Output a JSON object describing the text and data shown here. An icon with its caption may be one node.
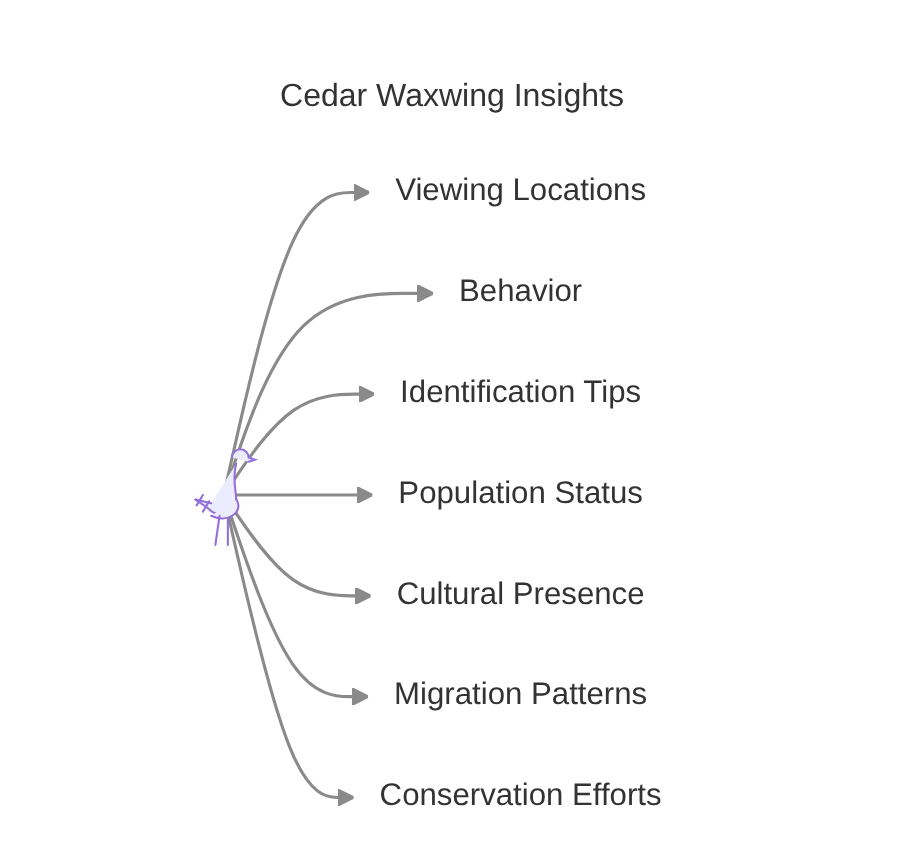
{
  "diagram": {
    "title": "Cedar Waxwing Insights",
    "nodes": [
      {
        "text": [],
        "shape": "bird"
      },
      {
        "text": [
          "Viewing Locations"
        ]
      },
      {
        "text": [
          "Behavior"
        ]
      },
      {
        "text": [
          "Identification Tips"
        ]
      },
      {
        "text": [
          "Population Status"
        ]
      },
      {
        "text": [
          "Cultural Presence"
        ]
      },
      {
        "text": [
          "Migration Patterns"
        ]
      },
      {
        "text": [
          "Conservation Efforts"
        ]
      }
    ],
    "edges": [
      {
        "from": 0,
        "to": 1,
        "arrow": "to"
      },
      {
        "from": 0,
        "to": 2,
        "arrow": "to"
      },
      {
        "from": 0,
        "to": 3,
        "arrow": "to"
      },
      {
        "from": 0,
        "to": 4,
        "arrow": "to"
      },
      {
        "from": 0,
        "to": 5,
        "arrow": "to"
      },
      {
        "from": 0,
        "to": 6,
        "arrow": "to"
      },
      {
        "from": 0,
        "to": 7,
        "arrow": "to"
      }
    ]
  }
}
